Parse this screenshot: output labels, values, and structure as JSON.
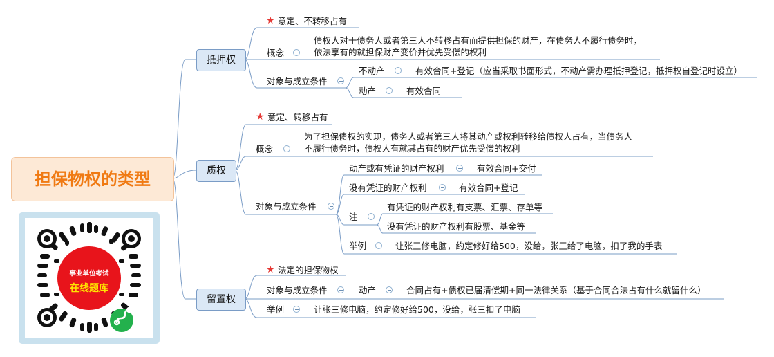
{
  "root": {
    "title": "担保物权的类型"
  },
  "badge": {
    "line1": "事业单位考试",
    "line2": "在线题库"
  },
  "colors": {
    "line": "#7a9cc6",
    "node_fill": "#dbe8f6",
    "root_fill": "#fde9d6",
    "root_text": "#f07a13",
    "star": "#e53935",
    "badge_red": "#e8141b",
    "badge_yellow": "#ffe400",
    "wechat_green": "#23b14d"
  },
  "diya": {
    "label": "抵押权",
    "star_note": "意定、不转移占有",
    "concept_label": "概念",
    "concept_line1": "债权人对于债务人或者第三人不转移占有而提供担保的财产，在债务人不履行债务时，",
    "concept_line2": "依法享有的就担保财产变价并优先受偿的权利",
    "cond_label": "对象与成立条件",
    "immovable_label": "不动产",
    "immovable_text": "有效合同+登记（应当采取书面形式，不动产需办理抵押登记，抵押权自登记时设立）",
    "movable_label": "动产",
    "movable_text": "有效合同"
  },
  "zhi": {
    "label": "质权",
    "star_note": "意定、转移占有",
    "concept_label": "概念",
    "concept_line1": "为了担保债权的实现，债务人或者第三人将其动产或权利转移给债权人占有，当债务人",
    "concept_line2": "不履行债务时，债权人有就其占有的财产优先受偿的权利",
    "cond_label": "对象与成立条件",
    "item1_label": "动产或有凭证的财产权利",
    "item1_text": "有效合同+交付",
    "item2_label": "没有凭证的财产权利",
    "item2_text": "有效合同+登记",
    "note_label": "注",
    "note1": "有凭证的财产权利有支票、汇票、存单等",
    "note2": "没有凭证的财产权利有股票、基金等",
    "example_label": "举例",
    "example_text": "让张三修电脑，约定修好给500，没给，张三给了电脑，扣了我的手表"
  },
  "liuzhi": {
    "label": "留置权",
    "star_note": "法定的担保物权",
    "cond_label": "对象与成立条件",
    "movable_label": "动产",
    "movable_text": "合同占有+债权已届清偿期+同一法律关系（基于合同合法占有什么就留什么）",
    "example_label": "举例",
    "example_text": "让张三修电脑，约定修好给500，没给，张三扣了电脑"
  }
}
